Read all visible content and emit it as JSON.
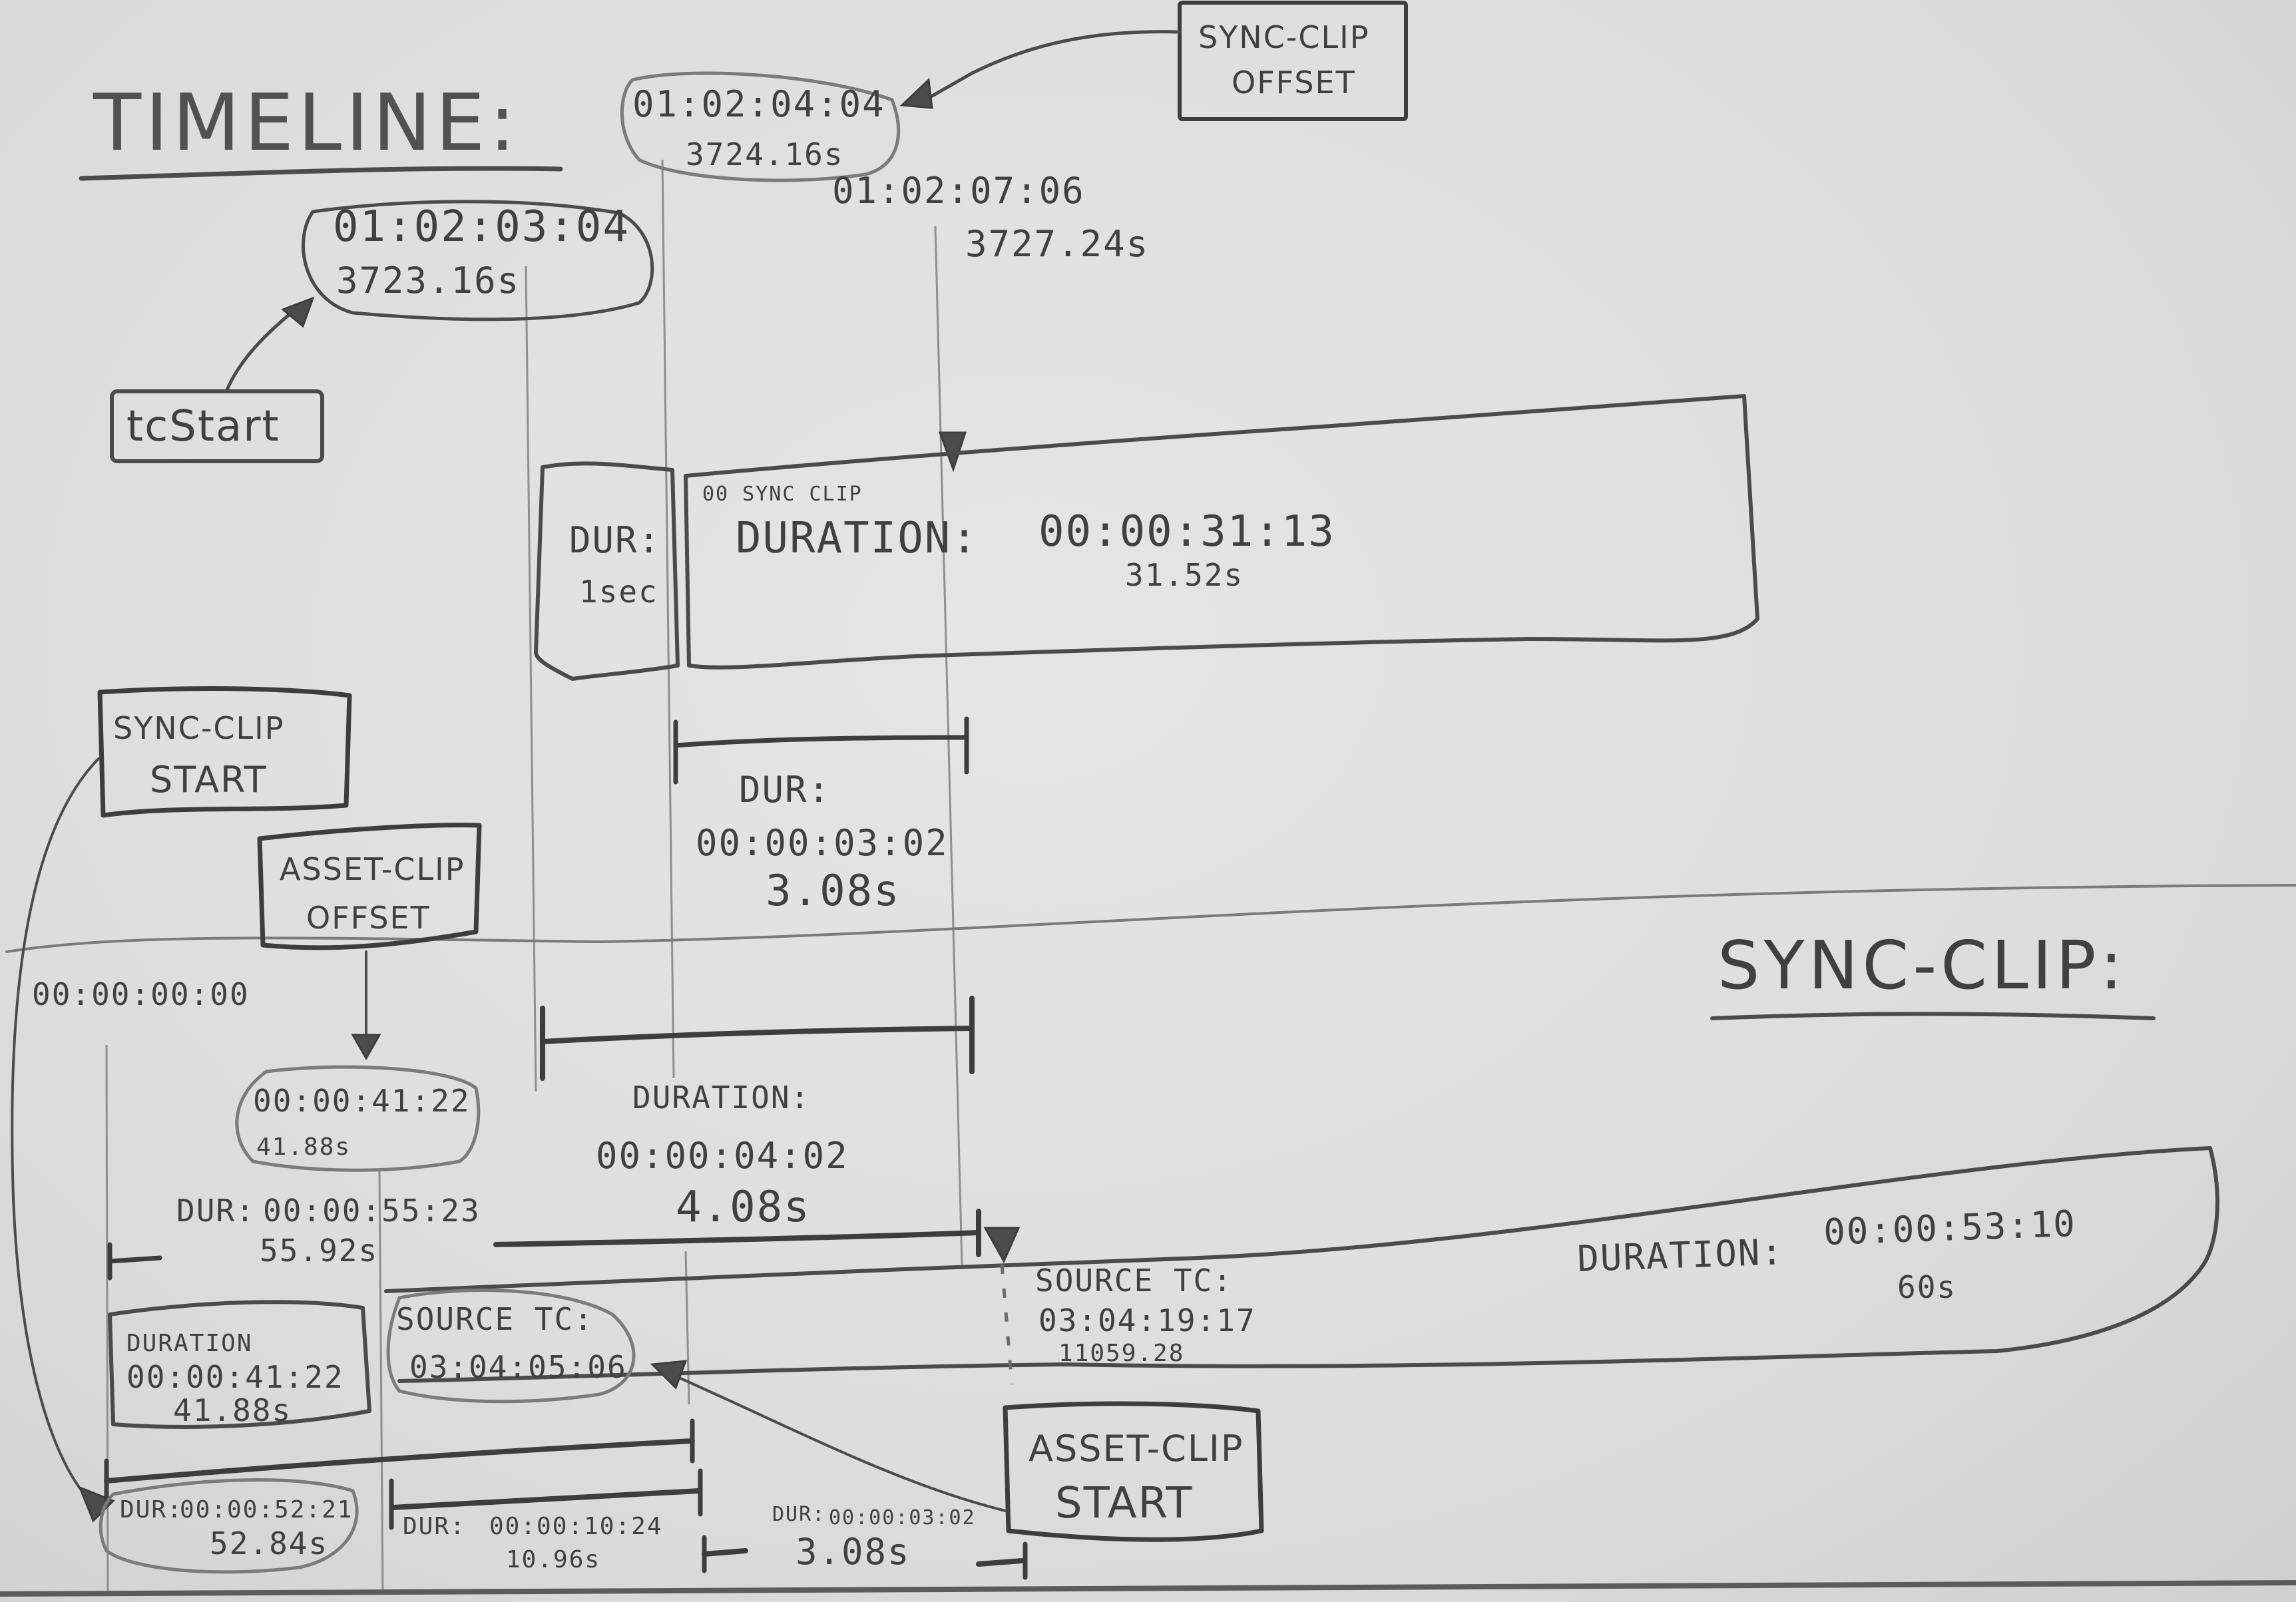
{
  "titles": {
    "timeline": "TIMELINE:",
    "sync_clip": "SYNC-CLIP:"
  },
  "timeline": {
    "tc_start_label": "tcStart",
    "tc_start": {
      "timecode": "01:02:03:04",
      "seconds": "3723.16s"
    },
    "sync_clip_offset_label": [
      "SYNC-CLIP",
      "OFFSET"
    ],
    "sync_clip_offset": {
      "timecode": "01:02:04:04",
      "seconds": "3724.16s"
    },
    "playhead": {
      "timecode": "01:02:07:06",
      "seconds": "3727.24s"
    },
    "gap_clip": {
      "label": "DUR:",
      "value": "1sec"
    },
    "sync_clip_block": {
      "name": "00 SYNC CLIP",
      "duration_label": "DURATION:",
      "duration_tc": "00:00:31:13",
      "duration_s": "31.52s"
    },
    "dur_offset_to_playhead": {
      "label": "DUR:",
      "timecode": "00:00:03:02",
      "seconds": "3.08s"
    },
    "dur_start_to_playhead": {
      "label": "DURATION:",
      "timecode": "00:00:04:02",
      "seconds": "4.08s"
    }
  },
  "sync_clip": {
    "sync_clip_start_label": [
      "SYNC-CLIP",
      "START"
    ],
    "asset_clip_offset_label": [
      "ASSET-CLIP",
      "OFFSET"
    ],
    "zero_tc": "00:00:00:00",
    "asset_clip_offset": {
      "timecode": "00:00:41:22",
      "seconds": "41.88s"
    },
    "dur_to_marker": {
      "label": "DUR:",
      "timecode": "00:00:55:23",
      "seconds": "55.92s"
    },
    "block": {
      "duration_label": "DURATION:",
      "duration_tc": "00:00:53:10",
      "duration_s": "60s"
    },
    "pre_clip": {
      "label": "DURATION",
      "timecode": "00:00:41:22",
      "seconds": "41.88s"
    },
    "source_tc_start": {
      "label": "SOURCE TC:",
      "timecode": "03:04:05:06"
    },
    "source_tc_marker": {
      "label": "SOURCE TC:",
      "timecode": "03:04:19:17",
      "seconds": "11059.28"
    },
    "asset_clip_start_label": [
      "ASSET-CLIP",
      "START"
    ],
    "dur_total": {
      "label": "DUR:",
      "timecode": "00:00:52:21",
      "seconds": "52.84s"
    },
    "dur_asset_part": {
      "label": "DUR:",
      "timecode": "00:00:10:24",
      "seconds": "10.96s"
    },
    "dur_tail": {
      "label": "DUR:",
      "timecode": "00:00:03:02",
      "seconds": "3.08s"
    }
  }
}
